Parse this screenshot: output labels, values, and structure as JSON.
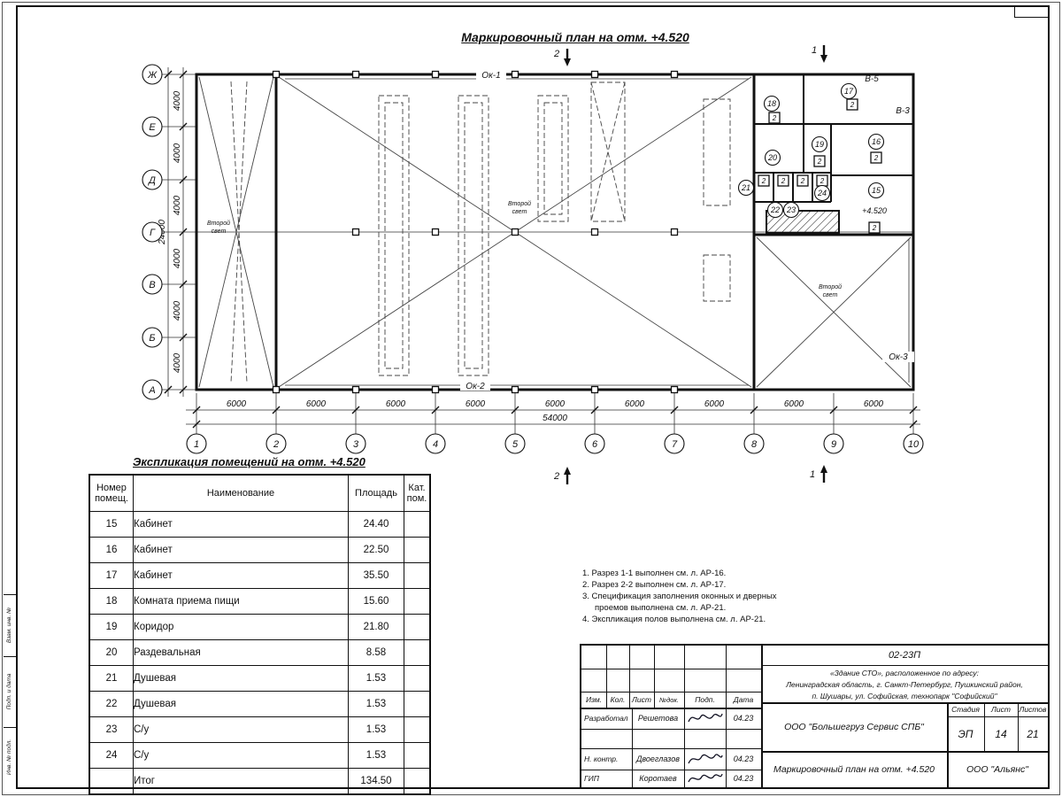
{
  "plan": {
    "title": "Маркировочный план на отм. +4.520",
    "row_axes": [
      "Ж",
      "Е",
      "Д",
      "Г",
      "В",
      "Б",
      "А"
    ],
    "col_axes": [
      "1",
      "2",
      "3",
      "4",
      "5",
      "6",
      "7",
      "8",
      "9",
      "10"
    ],
    "row_dim": "4000",
    "row_total": "24000",
    "col_dim": "6000",
    "col_total": "54000",
    "rooms": [
      "15",
      "16",
      "17",
      "18",
      "19",
      "20",
      "21",
      "22",
      "23",
      "24"
    ],
    "labels": {
      "ok1": "Ок-1",
      "ok2": "Ок-2",
      "ok3": "Ок-3",
      "v5": "В-5",
      "v3": "В-3",
      "elevation": "+4.520",
      "second_light_line1": "Второй",
      "second_light_line2": "свет",
      "door_mark": "2"
    },
    "sections": {
      "s1": "1",
      "s2": "2"
    }
  },
  "schedule": {
    "title": "Экспликация помещений на отм. +4.520",
    "headers": {
      "num": "Номер\nпомещ.",
      "name": "Наименование",
      "area": "Площадь",
      "cat": "Кат.\nпом."
    },
    "rows": [
      {
        "num": "15",
        "name": "Кабинет",
        "area": "24.40",
        "cat": ""
      },
      {
        "num": "16",
        "name": "Кабинет",
        "area": "22.50",
        "cat": ""
      },
      {
        "num": "17",
        "name": "Кабинет",
        "area": "35.50",
        "cat": ""
      },
      {
        "num": "18",
        "name": "Комната приема пищи",
        "area": "15.60",
        "cat": ""
      },
      {
        "num": "19",
        "name": "Коридор",
        "area": "21.80",
        "cat": ""
      },
      {
        "num": "20",
        "name": "Раздевальная",
        "area": "8.58",
        "cat": ""
      },
      {
        "num": "21",
        "name": "Душевая",
        "area": "1.53",
        "cat": ""
      },
      {
        "num": "22",
        "name": "Душевая",
        "area": "1.53",
        "cat": ""
      },
      {
        "num": "23",
        "name": "С/у",
        "area": "1.53",
        "cat": ""
      },
      {
        "num": "24",
        "name": "С/у",
        "area": "1.53",
        "cat": ""
      },
      {
        "num": "",
        "name": "Итог",
        "area": "134.50",
        "cat": ""
      }
    ]
  },
  "notes": {
    "lines": [
      "1. Разрез 1-1 выполнен см. л. АР-16.",
      "2. Разрез 2-2 выполнен см. л. АР-17.",
      "3. Спецификация заполнения оконных и дверных",
      "проемов выполнена см. л. АР-21.",
      "4. Экспликация полов выполнена см. л. АР-21."
    ]
  },
  "titleblock": {
    "code": "02-23П",
    "address": [
      "«Здание СТО», расположенное по адресу:",
      "Ленинградская область, г. Санкт-Петербург, Пушкинский район,",
      "п. Шушары, ул. Софийская, технопарк \"Софийский\""
    ],
    "columns": [
      "Изм.",
      "Кол.",
      "Лист",
      "№док.",
      "Подп.",
      "Дата"
    ],
    "roles": [
      {
        "role": "Разработал",
        "name": "Решетова",
        "date": "04.23"
      },
      {
        "role": "Н. контр.",
        "name": "Двоеглазов",
        "date": "04.23"
      },
      {
        "role": "ГИП",
        "name": "Коротаев",
        "date": "04.23"
      }
    ],
    "org1": "ООО \"Большегруз Сервис СПБ\"",
    "stage_label": "Стадия",
    "sheet_label": "Лист",
    "sheets_label": "Листов",
    "stage": "ЭП",
    "sheet": "14",
    "sheets": "21",
    "doc_title": "Маркировочный план на отм. +4.520",
    "org2": "ООО \"Альянс\""
  },
  "margin": {
    "labels": [
      "Взам. инв. №",
      "Подп. и дата",
      "Инв. № подл."
    ]
  }
}
